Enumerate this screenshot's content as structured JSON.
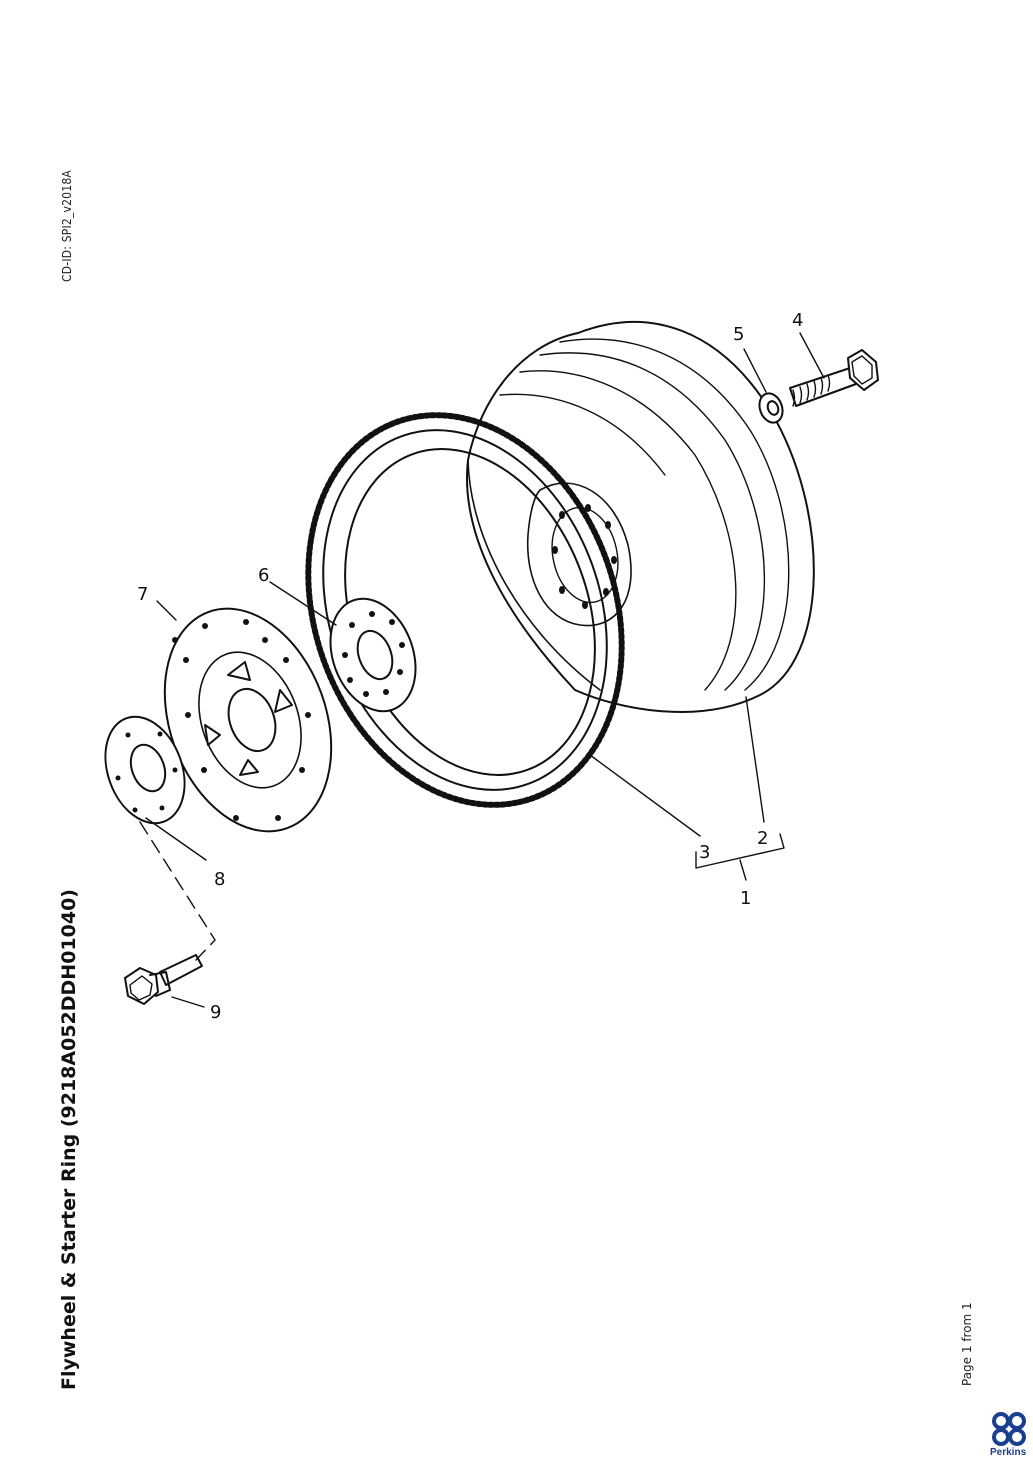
{
  "document": {
    "title": "Flywheel & Starter Ring (9218A052DDH01040)",
    "cd_id": "CD-ID: SPI2_v2018A",
    "page_info": "Page 1 from 1",
    "brand": "Perkins",
    "brand_color": "#1a3f8f"
  },
  "callouts": [
    "1",
    "2",
    "3",
    "4",
    "5",
    "6",
    "7",
    "8",
    "9"
  ]
}
